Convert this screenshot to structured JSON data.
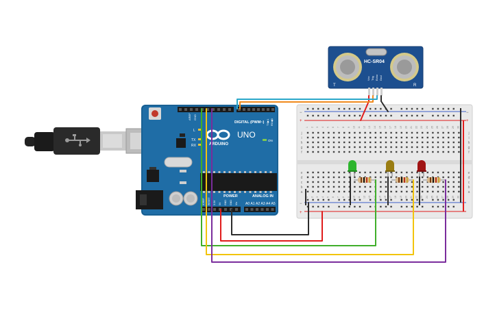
{
  "sensor": {
    "model": "HC-SR04",
    "corner_left": "T",
    "corner_right": "R",
    "pins": [
      "Vcc",
      "Trig",
      "Echo",
      "Gnd"
    ]
  },
  "arduino": {
    "model": "UNO",
    "brand": "ARDUINO",
    "digital_header_label": "DIGITAL (PWM~)",
    "power_label": "POWER",
    "analog_label": "ANALOG IN",
    "aref_label": "AREF",
    "gnd_label": "GND",
    "on_label": "ON",
    "led_labels": [
      "L",
      "TX",
      "RX"
    ],
    "tx_label": "TX▶1",
    "rx_label": "RX◀0",
    "analog_pins": [
      "A0",
      "A1",
      "A2",
      "A3",
      "A4",
      "A5"
    ],
    "power_pins": [
      "IOREF",
      "RESET",
      "3.3V",
      "5V",
      "GND",
      "GND",
      "Vin"
    ]
  },
  "breadboard": {
    "row_letters_top": [
      "j",
      "i",
      "h",
      "g",
      "f"
    ],
    "row_letters_bottom": [
      "e",
      "d",
      "c",
      "b",
      "a"
    ],
    "column_numbers": [
      "1",
      "2",
      "3",
      "4",
      "5",
      "6",
      "7",
      "8",
      "9",
      "10",
      "11",
      "12",
      "13",
      "14",
      "15",
      "16",
      "17",
      "18",
      "19",
      "20",
      "21",
      "22",
      "23",
      "24",
      "25",
      "26",
      "27",
      "28",
      "29",
      "30"
    ]
  },
  "components": {
    "leds": [
      {
        "color_name": "green",
        "color": "#2db52d"
      },
      {
        "color_name": "yellow",
        "color": "#9a7d12"
      },
      {
        "color_name": "red",
        "color": "#a01414"
      }
    ]
  },
  "colors": {
    "arduino_blue": "#1f6da6",
    "sensor_blue": "#1d4f8f",
    "breadboard": "#e9e9e9",
    "wire_red": "#e01b1b",
    "wire_black": "#2b2b2b",
    "wire_green": "#3fae2a",
    "wire_yellow": "#f2c40c",
    "wire_purple": "#7a2c9c",
    "wire_orange": "#f08a1c",
    "wire_teal": "#2aa7c9"
  }
}
